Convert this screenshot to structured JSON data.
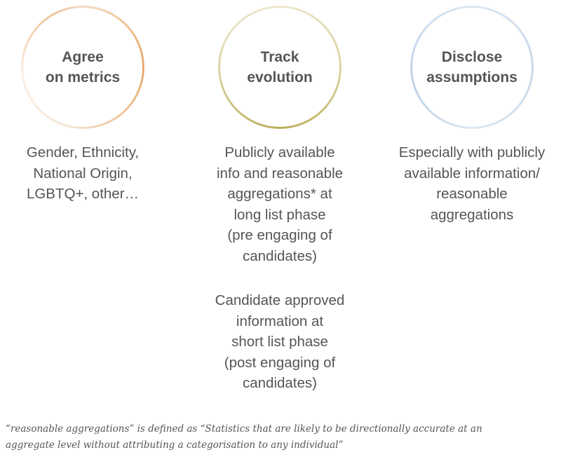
{
  "columns": [
    {
      "title": "Agree\non metrics",
      "ring_color": "#e8a868",
      "descriptions": [
        "Gender, Ethnicity,\nNational Origin,\nLGBTQ+, other…"
      ]
    },
    {
      "title": "Track\nevolution",
      "ring_color": "#b8aa55",
      "descriptions": [
        "Publicly available\ninfo and reasonable\naggregations* at\nlong list phase\n(pre engaging of\ncandidates)",
        "Candidate approved\ninformation at\nshort list phase\n(post engaging of\ncandidates)"
      ]
    },
    {
      "title": "Disclose\nassumptions",
      "ring_color": "#bcd0e6",
      "descriptions": [
        "Especially with publicly\navailable information/\nreasonable\naggregations"
      ]
    }
  ],
  "footnote": "“reasonable aggregations” is defined as “Statistics that are likely to be directionally accurate at an\naggregate level without attributing a categorisation to any individual”"
}
